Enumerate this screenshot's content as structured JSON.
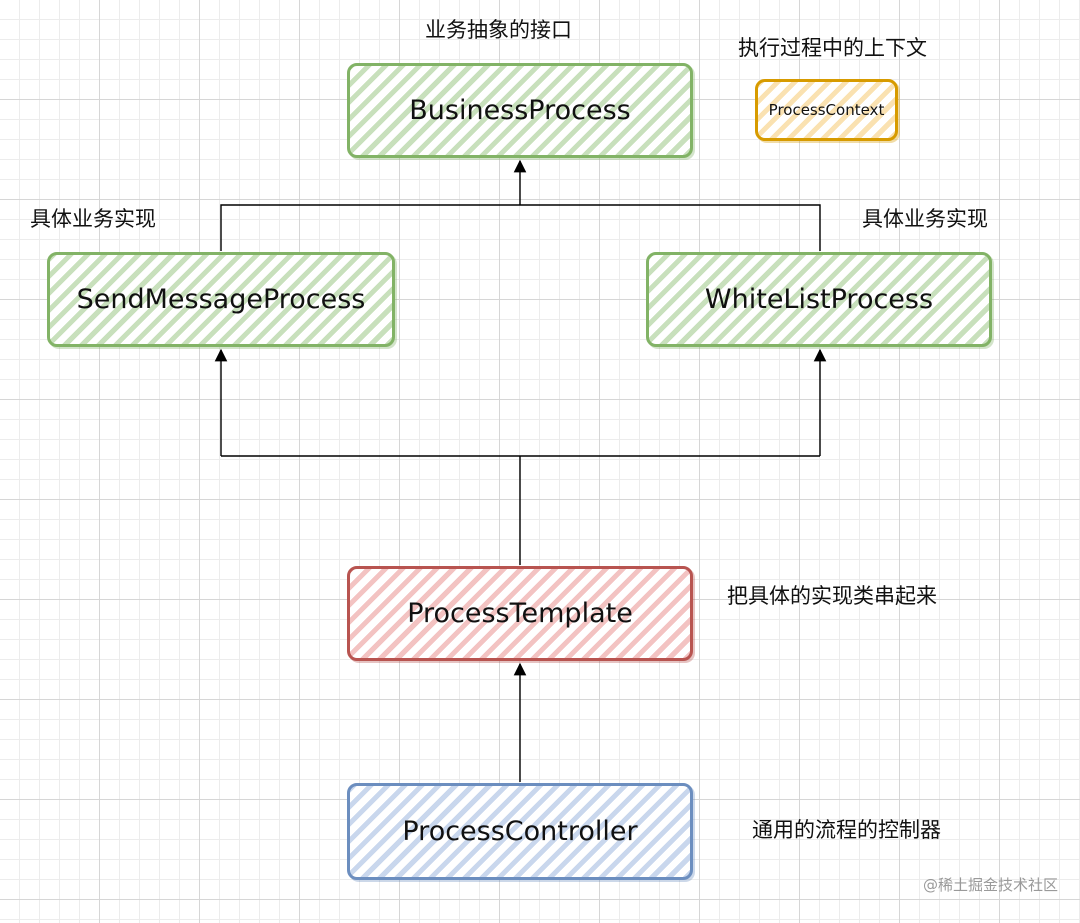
{
  "nodes": {
    "business_process": "BusinessProcess",
    "process_context": "ProcessContext",
    "send_message_process": "SendMessageProcess",
    "white_list_process": "WhiteListProcess",
    "process_template": "ProcessTemplate",
    "process_controller": "ProcessController"
  },
  "annotations": {
    "interface_note": "业务抽象的接口",
    "context_note": "执行过程中的上下文",
    "impl_left_note": "具体业务实现",
    "impl_right_note": "具体业务实现",
    "template_note": "把具体的实现类串起来",
    "controller_note": "通用的流程的控制器"
  },
  "watermark": "@稀土掘金技术社区",
  "colors": {
    "green_border": "#82b366",
    "red_border": "#b85450",
    "blue_border": "#6c8ebf",
    "orange_border": "#d79b00",
    "connector": "#000000"
  }
}
